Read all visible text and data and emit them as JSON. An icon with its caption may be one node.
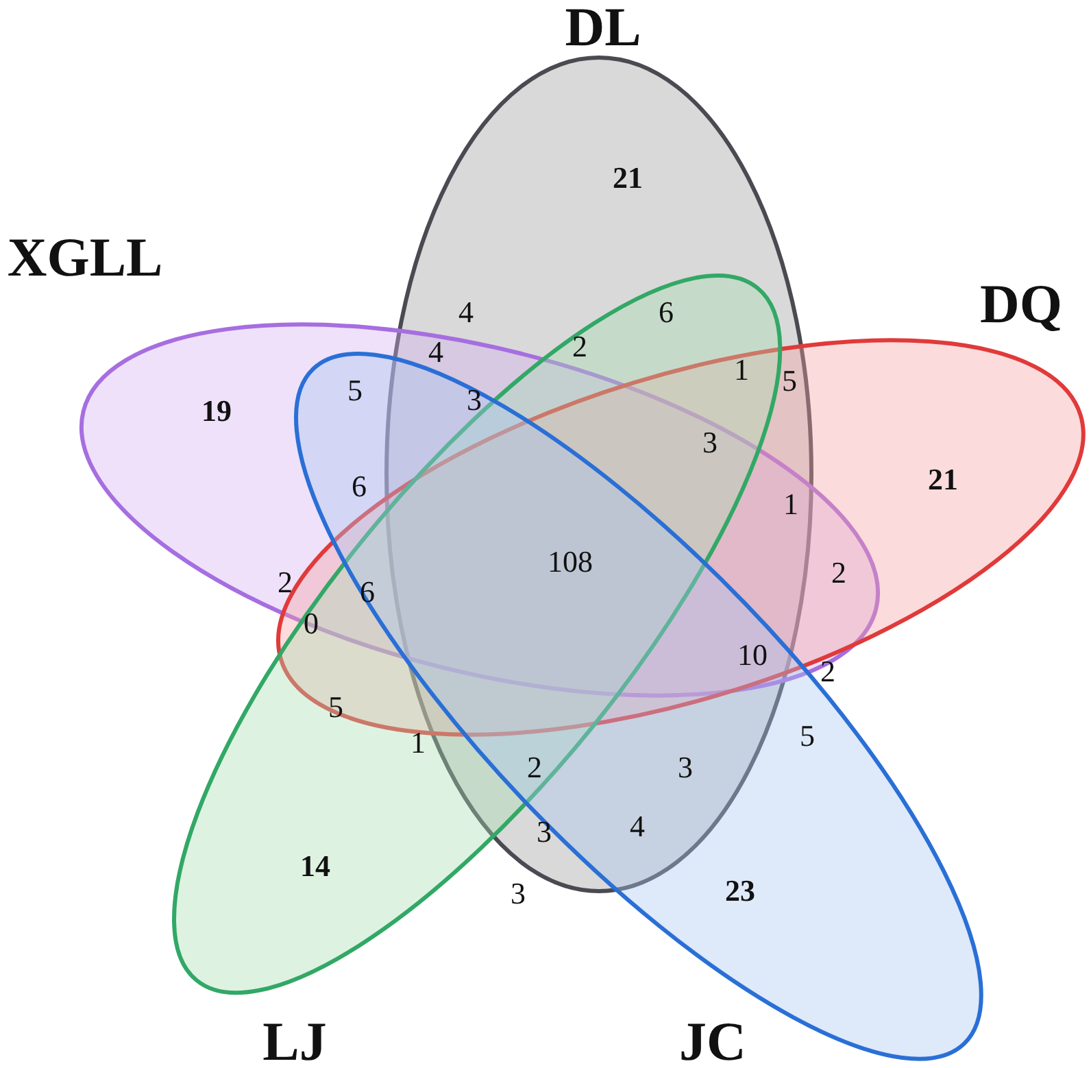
{
  "diagram": {
    "nodes": [
      {
        "text": [
          "DL"
        ]
      },
      {
        "text": [
          "XGLL"
        ]
      },
      {
        "text": [
          "DQ"
        ]
      },
      {
        "text": [
          "LJ"
        ]
      },
      {
        "text": [
          "JC"
        ]
      }
    ],
    "edges": [],
    "labels": [
      "21",
      "4",
      "6",
      "4",
      "2",
      "5",
      "3",
      "1",
      "5",
      "19",
      "3",
      "21",
      "6",
      "1",
      "108",
      "2",
      "2",
      "6",
      "0",
      "10",
      "2",
      "5",
      "5",
      "1",
      "2",
      "3",
      "4",
      "3",
      "3",
      "14",
      "23"
    ]
  }
}
